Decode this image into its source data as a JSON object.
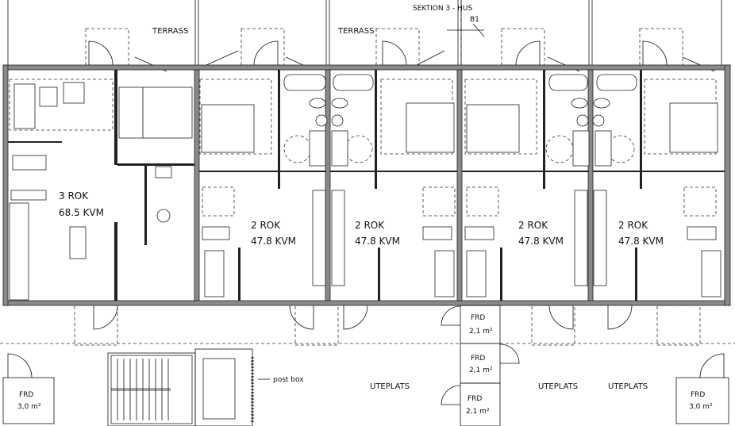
{
  "labels": {
    "section": "SEKTION 3 - HUS",
    "section_marker": "B1",
    "terrace_left": "TERRASS",
    "terrace_right": "TERRASS",
    "post_box": "post box",
    "uteplats_1": "UTEPLATS",
    "uteplats_2": "UTEPLATS",
    "uteplats_3": "UTEPLATS"
  },
  "apartments": [
    {
      "rooms": "3 ROK",
      "area": "68.5 KVM"
    },
    {
      "rooms": "2 ROK",
      "area": "47.8 KVM"
    },
    {
      "rooms": "2 ROK",
      "area": "47.8 KVM"
    },
    {
      "rooms": "2 ROK",
      "area": "47.8 KVM"
    },
    {
      "rooms": "2 ROK",
      "area": "47.8 KVM"
    }
  ],
  "storage": [
    {
      "name": "FRD",
      "area": "3,0 m²"
    },
    {
      "name": "FRD",
      "area": "2,1 m²"
    },
    {
      "name": "FRD",
      "area": "2,1 m²"
    },
    {
      "name": "FRD",
      "area": "2,1 m²"
    },
    {
      "name": "FRD",
      "area": "3,0 m²"
    }
  ]
}
